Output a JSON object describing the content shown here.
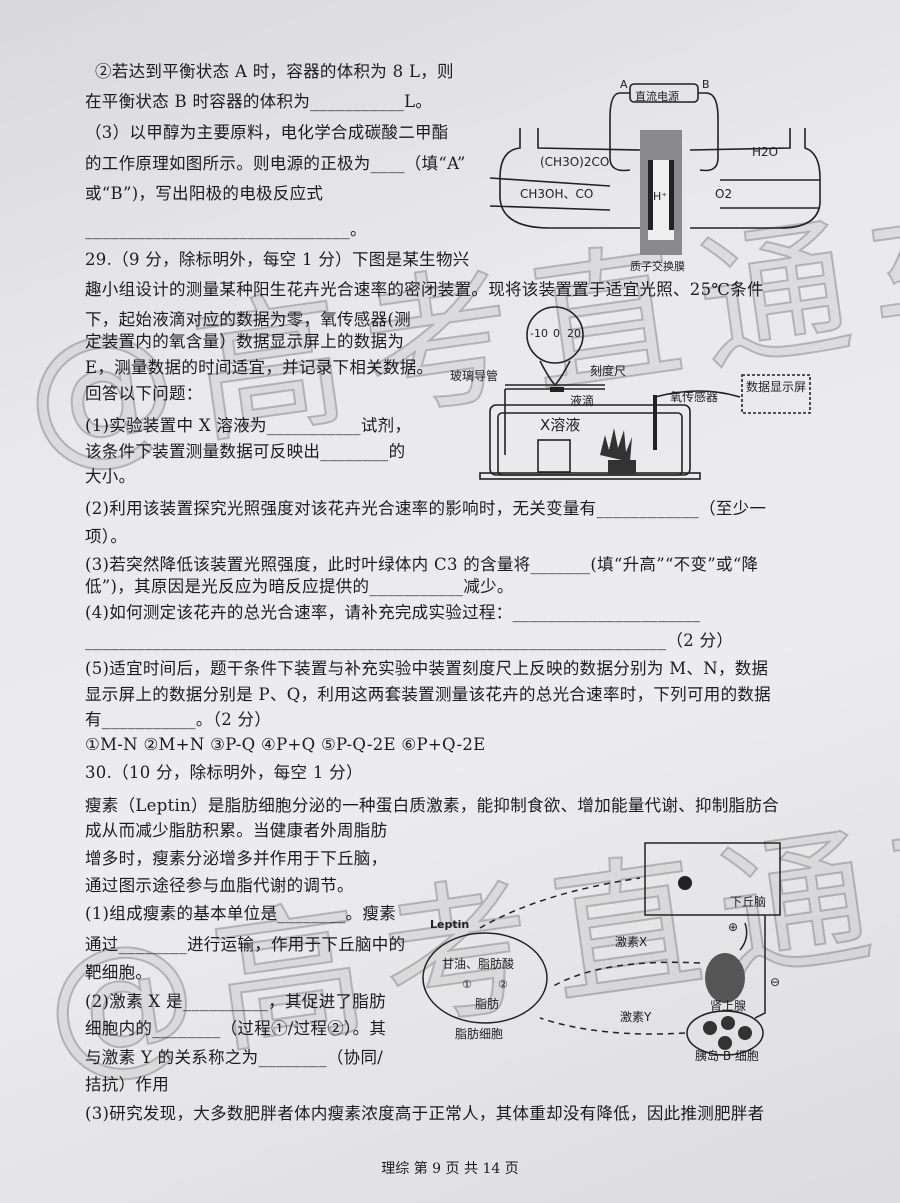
{
  "lines": [
    "②若达到平衡状态 A 时，容器的体积为 8 L，则",
    "在平衡状态 B 时容器的体积为___________L。",
    "（3）以甲醇为主要原料，电化学合成碳酸二甲酯",
    "的工作原理如图所示。则电源的正极为____（填“A”",
    "或“B”)，写出阳极的电极反应式",
    "_______________________________。",
    "29.（9 分，除标明外，每空 1 分）下图是某生物兴",
    "趣小组设计的测量某种阳生花卉光合速率的密闭装置。现将该装置置于适宜光照、25℃条件",
    "下，起始液滴对应的数据为零，氧传感器(测",
    "定装置内的氧含量）数据显示屏上的数据为",
    "E，测量数据的时间适宜，并记录下相关数据。",
    "回答以下问题：",
    "(1)实验装置中 X 溶液为___________试剂，",
    "该条件下装置测量数据可反映出________的",
    "大小。",
    "(2)利用该装置探究光照强度对该花卉光合速率的影响时，无关变量有____________（至少一",
    "项）。",
    "(3)若突然降低该装置光照强度，此时叶绿体内 C3 的含量将_______(填“升高”“不变”或“降",
    "低”)，其原因是光反应为暗反应提供的___________减少。",
    "(4)如何测定该花卉的总光合速率，请补充完成实验过程：______________________",
    "____________________________________________________________________（2 分）",
    "(5)适宜时间后，题干条件下装置与补充实验中装置刻度尺上反映的数据分别为 M、N，数据",
    "显示屏上的数据分别是 P、Q，利用这两套装置测量该花卉的总光合速率时，下列可用的数据",
    "有___________。（2 分）",
    "①M-N   ②M+N   ③P-Q   ④P+Q   ⑤P-Q-2E   ⑥P+Q-2E",
    "30.（10 分，除标明外，每空 1 分）",
    "瘦素（Leptin）是脂肪细胞分泌的一种蛋白质激素，能抑制食欲、增加能量代谢、抑制脂肪合",
    "成从而减少脂肪积累。当健康者外周脂肪",
    "增多时，瘦素分泌增多并作用于下丘脑，",
    "通过图示途径参与血脂代谢的调节。",
    "(1)组成瘦素的基本单位是________。瘦素",
    "通过________进行运输，作用于下丘脑中的",
    "靶细胞。",
    "(2)激素 X 是__________，其促进了脂肪",
    "细胞内的________（过程①/过程②）。其",
    "与激素 Y 的关系称之为________（协同/",
    "拮抗）作用",
    "(3)研究发现，大多数肥胖者体内瘦素浓度高于正常人，其体重却没有降低，因此推测肥胖者"
  ],
  "diagram1": {
    "power": "直流电源",
    "a": "A",
    "b": "B",
    "left_out": "(CH3O)2CO",
    "left_in": "CH3OH、CO",
    "ion": "H⁺",
    "right_in": "O2",
    "right_out": "H2O",
    "membrane": "质子交换膜"
  },
  "diagram2": {
    "scale": [
      "-10",
      "0",
      "20"
    ],
    "ruler": "刻度尺",
    "tube": "玻璃导管",
    "drop": "液滴",
    "sensor": "氧传感器",
    "screen": "数据显示屏",
    "solution": "X溶液"
  },
  "diagram3": {
    "hypothalamus": "下丘脑",
    "leptin": "Leptin",
    "hormone_x": "激素X",
    "hormone_y": "激素Y",
    "adrenal": "肾上腺",
    "glycerol": "甘油、脂肪酸",
    "p1": "①",
    "p2": "②",
    "fat": "脂肪",
    "fat_cell": "脂肪细胞",
    "islet": "胰岛 B 细胞",
    "plus": "⊕",
    "minus": "⊖"
  },
  "watermark": "@高考直通车",
  "footer": "理综   第 9 页   共 14 页"
}
